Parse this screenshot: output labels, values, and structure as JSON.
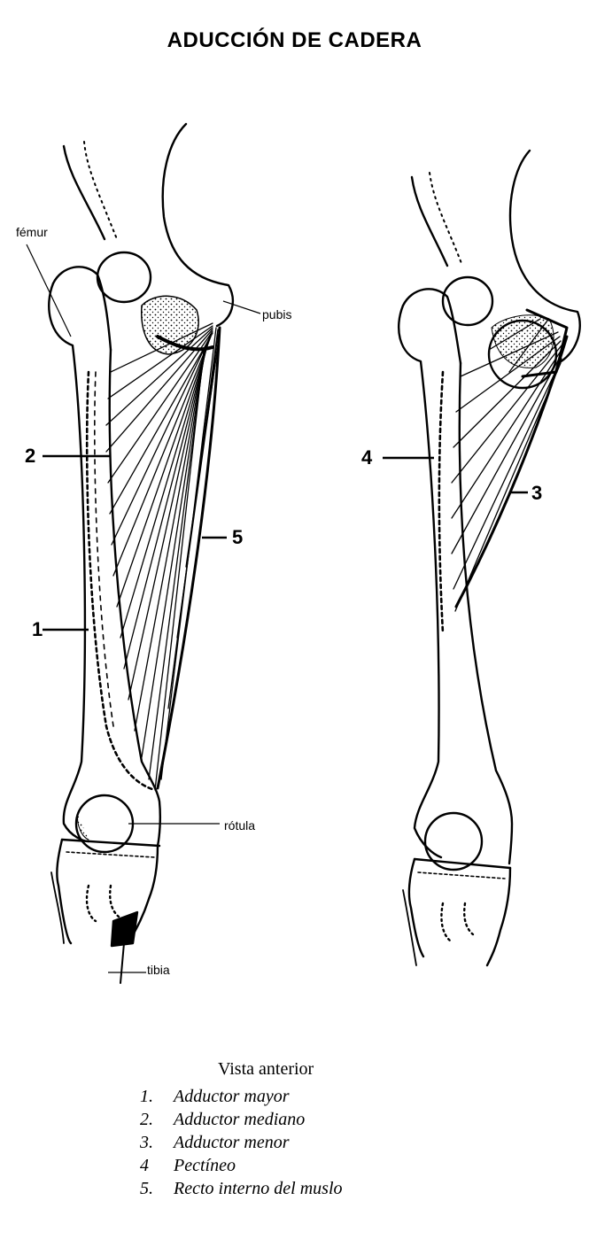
{
  "title": "ADUCCIÓN DE CADERA",
  "labels": {
    "femur": "fémur",
    "pubis": "pubis",
    "rotula": "rótula",
    "tibia": "tibia"
  },
  "numbers": [
    "1",
    "2",
    "3",
    "4",
    "5"
  ],
  "caption": {
    "heading": "Vista anterior",
    "items": [
      {
        "num": "1.",
        "text": "Adductor mayor"
      },
      {
        "num": "2.",
        "text": "Adductor mediano"
      },
      {
        "num": "3.",
        "text": "Adductor menor"
      },
      {
        "num": "4",
        "text": "Pectíneo"
      },
      {
        "num": "5.",
        "text": "Recto interno del muslo"
      }
    ]
  }
}
